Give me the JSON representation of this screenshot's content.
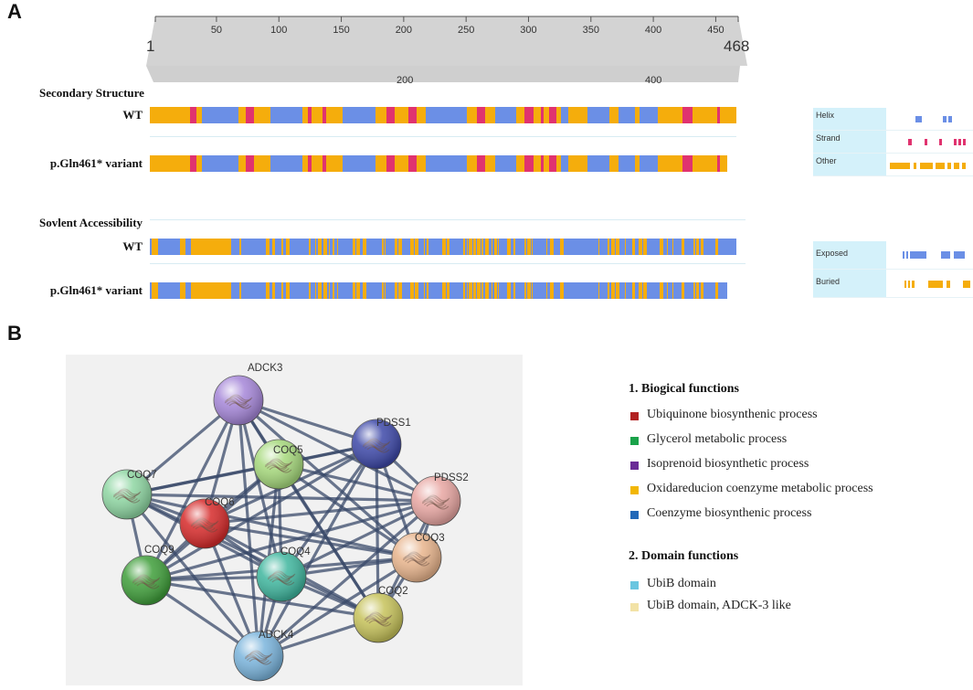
{
  "panels": {
    "a": "A",
    "b": "B"
  },
  "ruler": {
    "start": "1",
    "end": "468",
    "ticks": [
      "50",
      "100",
      "150",
      "200",
      "250",
      "300",
      "350",
      "400",
      "450"
    ],
    "scale_marks": [
      "200",
      "400"
    ]
  },
  "sections": {
    "secondary": "Secondary Structure",
    "solvent": "Sovlent Accessibility"
  },
  "rows": {
    "wt": "WT",
    "variant": "p.Gln461* variant"
  },
  "colors": {
    "helix": "#6b8fe6",
    "strand": "#e0336f",
    "other": "#f5ad0c",
    "exposed": "#6b8fe6",
    "buried": "#f5ad0c"
  },
  "legend_a": {
    "helix": "Helix",
    "strand": "Strand",
    "other": "Other",
    "exposed": "Exposed",
    "buried": "Buried"
  },
  "network": {
    "nodes": [
      {
        "id": "ADCK3",
        "label": "ADCK3",
        "color": "#a586d8"
      },
      {
        "id": "PDSS1",
        "label": "PDSS1",
        "color": "#3d48a8"
      },
      {
        "id": "COQ5",
        "label": "COQ5",
        "color": "#a6d97c"
      },
      {
        "id": "PDSS2",
        "label": "PDSS2",
        "color": "#e8a6a2"
      },
      {
        "id": "COQ7",
        "label": "COQ7",
        "color": "#8ed6a2"
      },
      {
        "id": "COQ6",
        "label": "COQ6",
        "color": "#d62a2a"
      },
      {
        "id": "COQ3",
        "label": "COQ3",
        "color": "#e8b48c"
      },
      {
        "id": "COQ9",
        "label": "COQ9",
        "color": "#3f9e3a"
      },
      {
        "id": "COQ4",
        "label": "COQ4",
        "color": "#3fb69e"
      },
      {
        "id": "COQ2",
        "label": "COQ2",
        "color": "#c6c25a"
      },
      {
        "id": "ADCK4",
        "label": "ADCK4",
        "color": "#7ab4dc"
      }
    ]
  },
  "legend_b": {
    "bio_heading": "1.  Biogical functions",
    "bio_items": [
      {
        "label": "Ubiquinone biosynthenic process",
        "color": "#b22222"
      },
      {
        "label": "Glycerol metabolic process",
        "color": "#1aa24a"
      },
      {
        "label": "Isoprenoid biosynthetic process",
        "color": "#6a2c96"
      },
      {
        "label": "Oxidareducion coenzyme metabolic process",
        "color": "#f2b705"
      },
      {
        "label": "Coenzyme biosynthenic process",
        "color": "#2268b8"
      }
    ],
    "domain_heading": "2.  Domain functions",
    "domain_items": [
      {
        "label": "UbiB domain",
        "color": "#6bc6e0"
      },
      {
        "label": "UbiB domain, ADCK-3 like",
        "color": "#f2e2a6"
      }
    ]
  }
}
